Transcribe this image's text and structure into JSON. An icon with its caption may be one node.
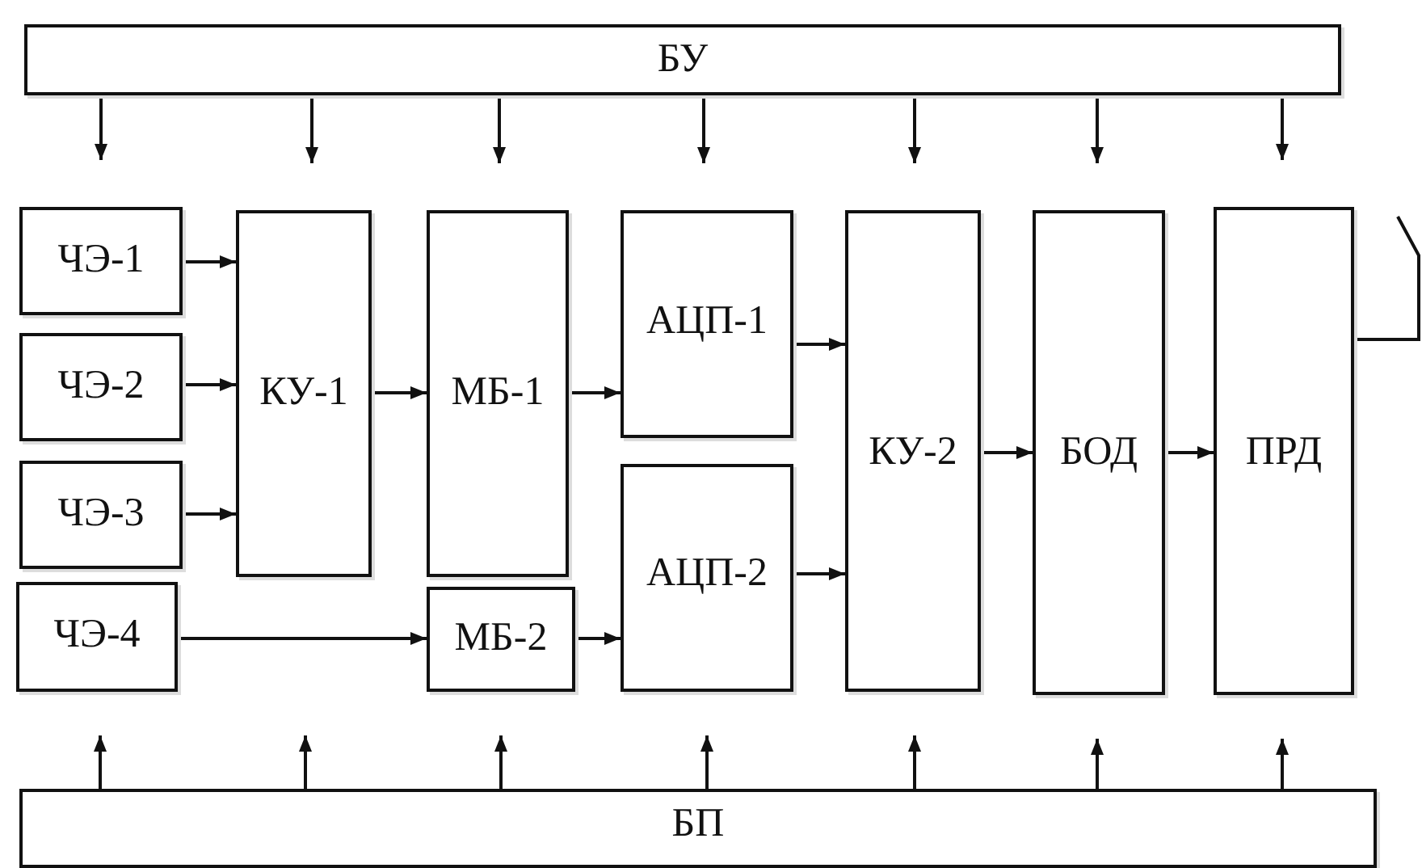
{
  "diagram": {
    "nodes": [
      {
        "text": [
          "БУ"
        ]
      },
      {
        "text": [
          "ЧЭ-1"
        ]
      },
      {
        "text": [
          "ЧЭ-2"
        ]
      },
      {
        "text": [
          "ЧЭ-3"
        ]
      },
      {
        "text": [
          "ЧЭ-4"
        ]
      },
      {
        "text": [
          "КУ-1"
        ]
      },
      {
        "text": [
          "МБ-1"
        ]
      },
      {
        "text": [
          "МБ-2"
        ]
      },
      {
        "text": [
          "АЦП-1"
        ]
      },
      {
        "text": [
          "АЦП-2"
        ]
      },
      {
        "text": [
          "КУ-2"
        ]
      },
      {
        "text": [
          "БОД"
        ]
      },
      {
        "text": [
          "ПРД"
        ]
      },
      {
        "text": [
          "БП"
        ]
      }
    ],
    "edges": [
      {
        "from": 0,
        "to": 1,
        "arrow": "to"
      },
      {
        "from": 0,
        "to": 5,
        "arrow": "to"
      },
      {
        "from": 0,
        "to": 6,
        "arrow": "to"
      },
      {
        "from": 0,
        "to": 8,
        "arrow": "to"
      },
      {
        "from": 0,
        "to": 10,
        "arrow": "to"
      },
      {
        "from": 0,
        "to": 11,
        "arrow": "to"
      },
      {
        "from": 0,
        "to": 12,
        "arrow": "to"
      },
      {
        "from": 1,
        "to": 5,
        "arrow": "to"
      },
      {
        "from": 2,
        "to": 5,
        "arrow": "to"
      },
      {
        "from": 3,
        "to": 5,
        "arrow": "to"
      },
      {
        "from": 5,
        "to": 6,
        "arrow": "to"
      },
      {
        "from": 6,
        "to": 8,
        "arrow": "to"
      },
      {
        "from": 4,
        "to": 7,
        "arrow": "to"
      },
      {
        "from": 7,
        "to": 9,
        "arrow": "to"
      },
      {
        "from": 8,
        "to": 10,
        "arrow": "to"
      },
      {
        "from": 9,
        "to": 10,
        "arrow": "to"
      },
      {
        "from": 10,
        "to": 11,
        "arrow": "to"
      },
      {
        "from": 11,
        "to": 12,
        "arrow": "to"
      },
      {
        "from": 13,
        "to": 4,
        "arrow": "to"
      },
      {
        "from": 13,
        "to": null,
        "arrow": "to"
      },
      {
        "from": 13,
        "to": 7,
        "arrow": "to"
      },
      {
        "from": 13,
        "to": 9,
        "arrow": "to"
      },
      {
        "from": 13,
        "to": 10,
        "arrow": "to"
      },
      {
        "from": 13,
        "to": 11,
        "arrow": "to"
      },
      {
        "from": 13,
        "to": 12,
        "arrow": "to"
      }
    ]
  }
}
